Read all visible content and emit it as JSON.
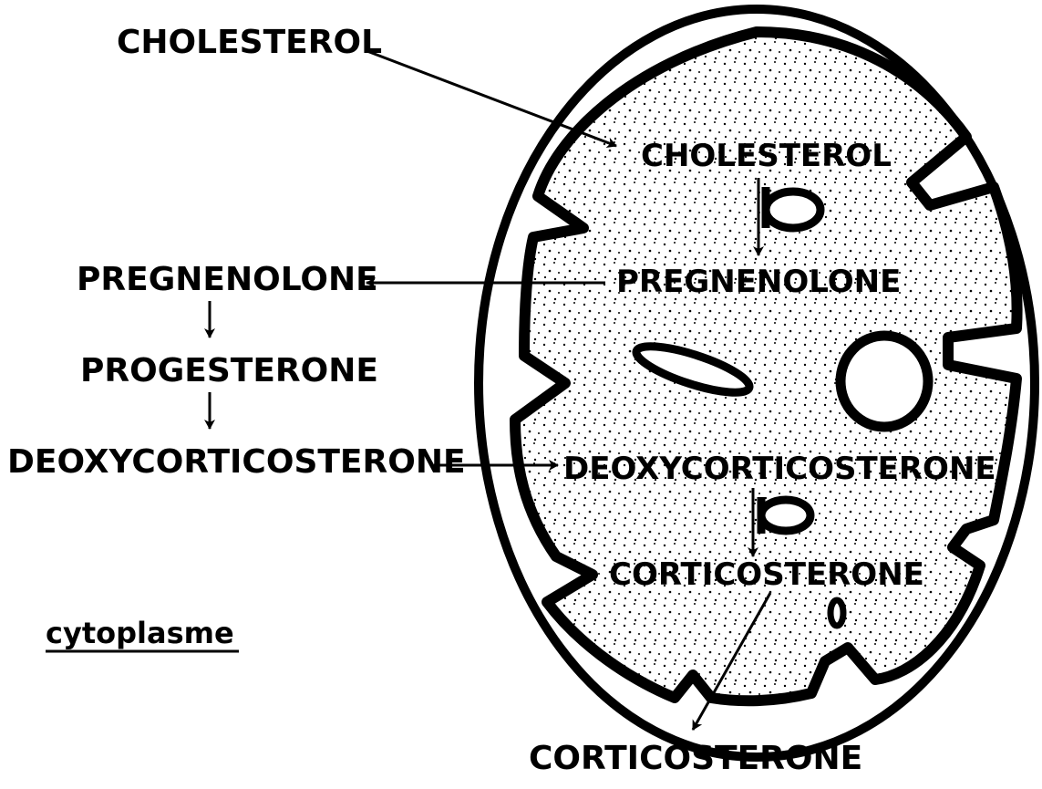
{
  "outside": {
    "cholesterol": "CHOLESTEROL",
    "pregnenolone": "PREGNENOLONE",
    "progesterone": "PROGESTERONE",
    "deoxycorticosterone": "DEOXYCORTICOSTERONE",
    "corticosterone": "CORTICOSTERONE",
    "cytoplasm_label": "cytoplasme"
  },
  "mitochondrion": {
    "cholesterol": "CHOLESTEROL",
    "pregnenolone": "PREGNENOLONE",
    "deoxycorticosterone": "DEOXYCORTICOSTERONE",
    "corticosterone": "CORTICOSTERONE"
  },
  "colors": {
    "ink": "#000000",
    "background": "#ffffff"
  }
}
